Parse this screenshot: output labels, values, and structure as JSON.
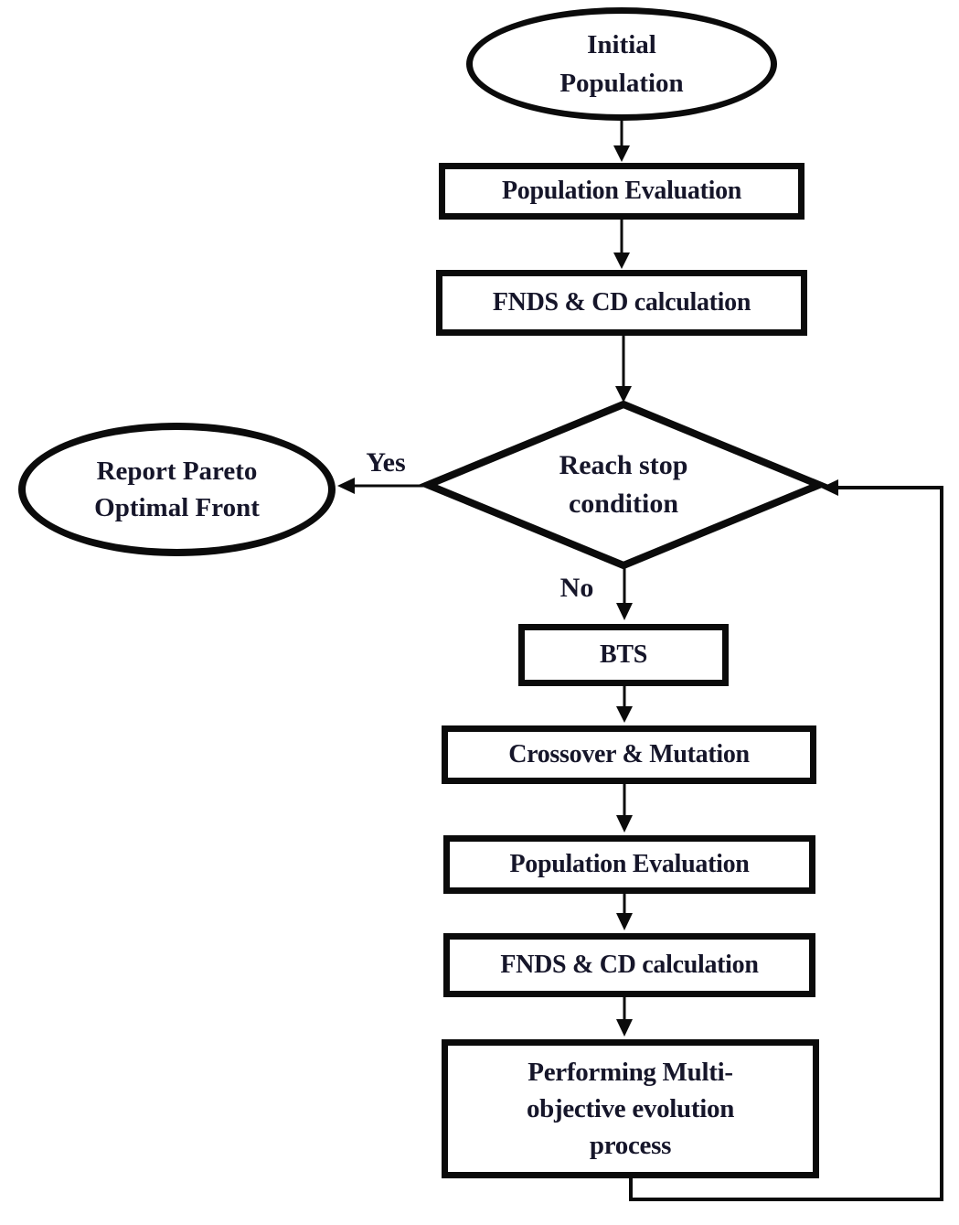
{
  "diagram": {
    "title_semantic": "Multi-objective evolutionary algorithm flowchart",
    "colors": {
      "background": "#ffffff",
      "stroke": "#0b0b0b",
      "text": "#16162a"
    },
    "nodes": {
      "initial_population": {
        "type": "start-ellipse",
        "lines": [
          "Initial",
          "Population"
        ]
      },
      "population_evaluation_1": {
        "type": "process",
        "label": "Population Evaluation"
      },
      "fnds_cd_calculation_1": {
        "type": "process",
        "label": "FNDS & CD calculation"
      },
      "reach_stop_condition": {
        "type": "decision",
        "lines": [
          "Reach stop",
          "condition"
        ]
      },
      "report_pareto_optimal_front": {
        "type": "end-ellipse",
        "lines": [
          "Report Pareto",
          "Optimal Front"
        ]
      },
      "bts": {
        "type": "process",
        "label": "BTS"
      },
      "crossover_mutation": {
        "type": "process",
        "label": "Crossover & Mutation"
      },
      "population_evaluation_2": {
        "type": "process",
        "label": "Population Evaluation"
      },
      "fnds_cd_calculation_2": {
        "type": "process",
        "label": "FNDS & CD calculation"
      },
      "performing_multi_objective": {
        "type": "process",
        "lines": [
          "Performing Multi-",
          "objective evolution",
          "process"
        ]
      }
    },
    "edge_labels": {
      "yes": "Yes",
      "no": "No"
    }
  }
}
